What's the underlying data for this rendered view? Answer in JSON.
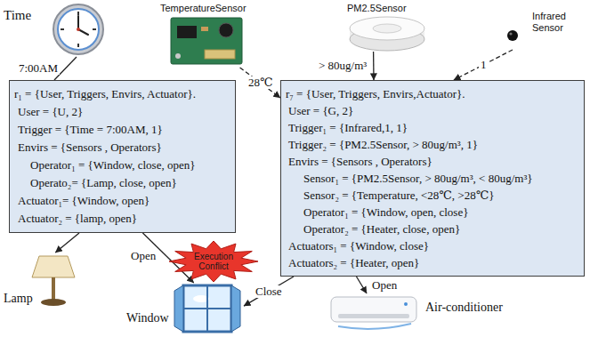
{
  "diagram": {
    "nodes": [
      {
        "text": [
          "Time"
        ]
      },
      {
        "text": [
          "TemperatureSensor"
        ]
      },
      {
        "text": [
          "PM2.5Sensor"
        ]
      },
      {
        "text": [
          "Infrared Sensor"
        ]
      },
      {
        "text": [
          "r₁ = {User, Triggers, Envirs, Actuator}.",
          "User = {U, 2}",
          "Trigger = {Time = 7:00AM, 1}",
          "Envirs = {Sensors , Operators}",
          "Operator₁ = {Window, close, open}",
          "Operato₂= {Lamp, close, open}",
          "Actuator₁= {Window, open}",
          "Actuator₂ = {lamp, open}"
        ]
      },
      {
        "text": [
          "r₇ = {User, Triggers, Envirs,Actuator}.",
          "User = {G, 2}",
          "Trigger₁ = {Infrared,1, 1}",
          "Trigger₂ = {PM2.5Sensor, > 80ug/m³, 1}",
          "Envirs = {Sensors , Operators}",
          "Sensor₁ = {PM2.5Sensor, > 80ug/m³, < 80ug/m³}",
          "Sensor₂ = {Temperature, <28℃, >28℃}",
          "Operator₁ = {Window, open, close}",
          "Operator₂ = {Heater, close, open}",
          "Actuators₁ = {Window, close}",
          "Actuators₂ = {Heater, open}"
        ]
      },
      {
        "text": [
          "Lamp"
        ]
      },
      {
        "text": [
          "Execution Conflict"
        ]
      },
      {
        "text": [
          "Window"
        ]
      },
      {
        "text": [
          "Air-conditioner"
        ]
      }
    ],
    "edges": [
      {
        "from": 0,
        "to": 4,
        "label": "7:00AM",
        "arrow": "none"
      },
      {
        "from": 1,
        "to": 5,
        "label": "28℃",
        "arrow": "to"
      },
      {
        "from": 2,
        "to": 5,
        "label": "> 80ug/m³",
        "arrow": "to"
      },
      {
        "from": 3,
        "to": 5,
        "label": "1",
        "arrow": "to"
      },
      {
        "from": 4,
        "to": 6,
        "arrow": "to"
      },
      {
        "from": 4,
        "to": 8,
        "label": "Open",
        "arrow": "to"
      },
      {
        "from": 5,
        "to": 8,
        "label": "Close",
        "arrow": "to"
      },
      {
        "from": 5,
        "to": 9,
        "label": "Open",
        "arrow": "to"
      }
    ]
  }
}
